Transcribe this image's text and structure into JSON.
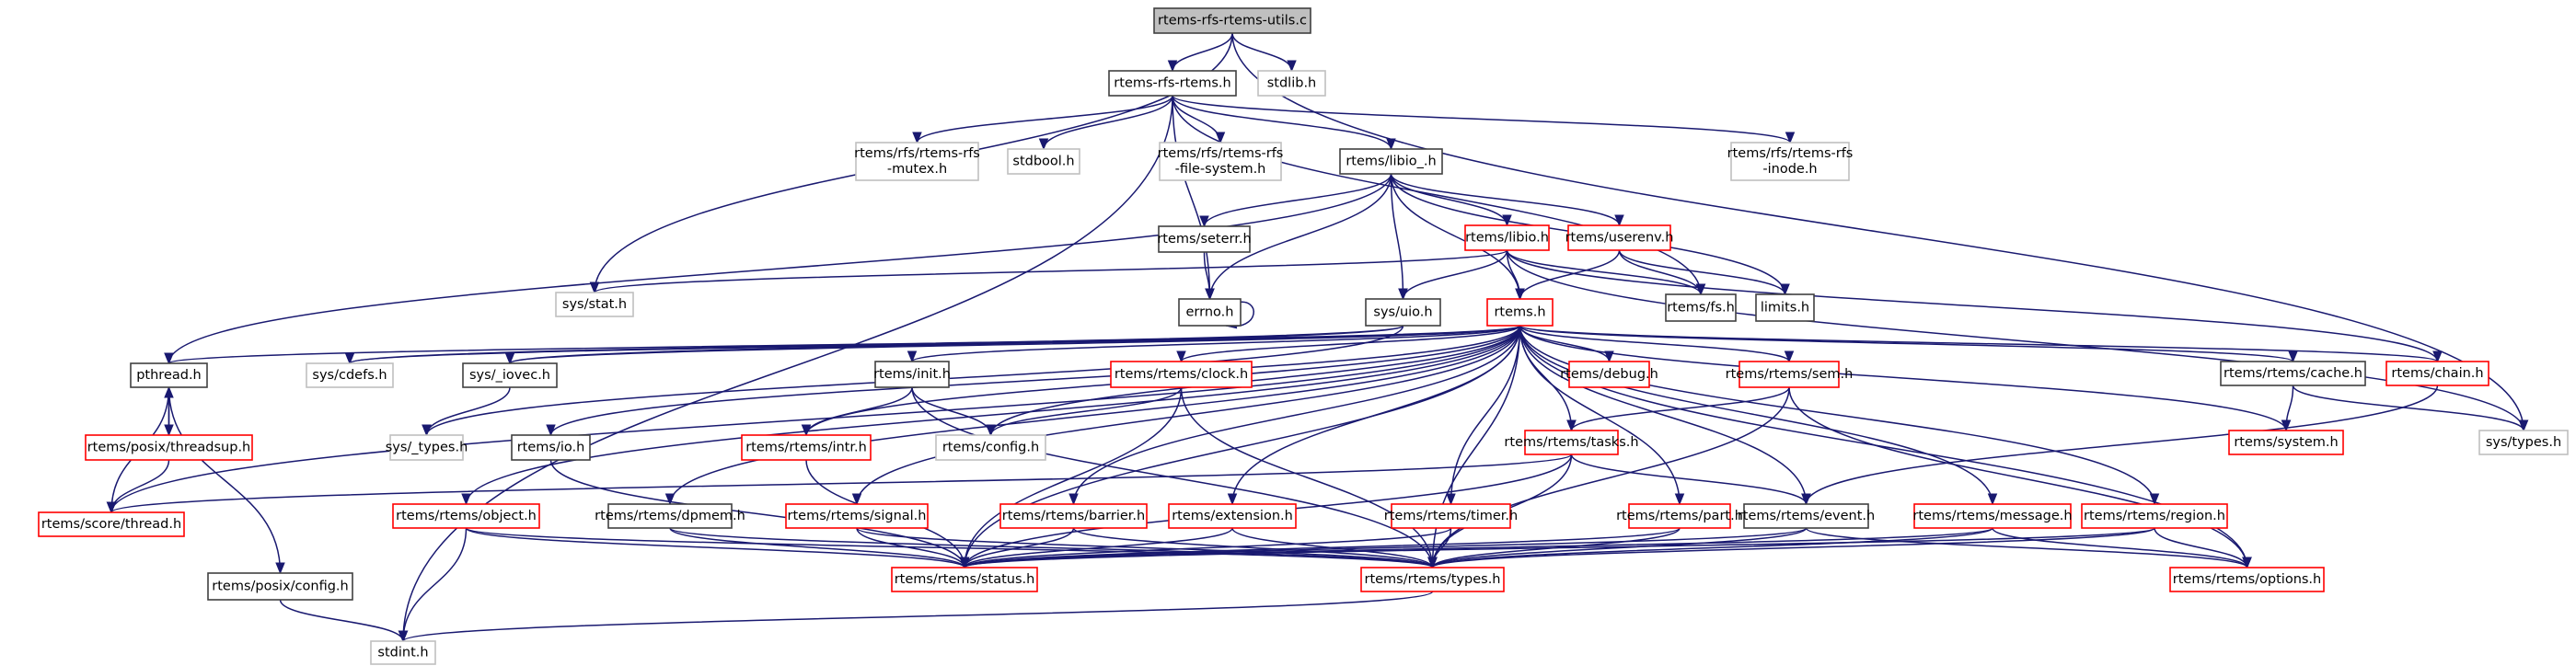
{
  "title": "rtems-rfs-rtems-utils.c",
  "colors": {
    "edge": "#191970",
    "documented_border": "#404040",
    "external_border": "#c0c0c0",
    "truncated_border": "#ff0000",
    "root_fill": "#bfbfbf"
  },
  "nodes": [
    {
      "id": "utils_c",
      "label": [
        "rtems-rfs-rtems-utils.c"
      ],
      "kind": "root"
    },
    {
      "id": "rfs_rtems_h",
      "label": [
        "rtems-rfs-rtems.h"
      ],
      "kind": "doc"
    },
    {
      "id": "stdlib_h",
      "label": [
        "stdlib.h"
      ],
      "kind": "ext"
    },
    {
      "id": "mutex_h",
      "label": [
        "rtems/rfs/rtems-rfs",
        "-mutex.h"
      ],
      "kind": "ext"
    },
    {
      "id": "stdbool_h",
      "label": [
        "stdbool.h"
      ],
      "kind": "ext"
    },
    {
      "id": "fs_h_rfs",
      "label": [
        "rtems/rfs/rtems-rfs",
        "-file-system.h"
      ],
      "kind": "ext"
    },
    {
      "id": "libio__h",
      "label": [
        "rtems/libio_.h"
      ],
      "kind": "doc"
    },
    {
      "id": "inode_h",
      "label": [
        "rtems/rfs/rtems-rfs",
        "-inode.h"
      ],
      "kind": "ext"
    },
    {
      "id": "seterr_h",
      "label": [
        "rtems/seterr.h"
      ],
      "kind": "doc"
    },
    {
      "id": "errno_h",
      "label": [
        "errno.h"
      ],
      "kind": "doc"
    },
    {
      "id": "stat_h",
      "label": [
        "sys/stat.h"
      ],
      "kind": "ext"
    },
    {
      "id": "libio_h",
      "label": [
        "rtems/libio.h"
      ],
      "kind": "trunc"
    },
    {
      "id": "userenv_h",
      "label": [
        "rtems/userenv.h"
      ],
      "kind": "trunc"
    },
    {
      "id": "fs_h",
      "label": [
        "rtems/fs.h"
      ],
      "kind": "doc"
    },
    {
      "id": "limits_h",
      "label": [
        "limits.h"
      ],
      "kind": "doc"
    },
    {
      "id": "uio_h",
      "label": [
        "sys/uio.h"
      ],
      "kind": "doc"
    },
    {
      "id": "rtems_h",
      "label": [
        "rtems.h"
      ],
      "kind": "trunc"
    },
    {
      "id": "pthread_h",
      "label": [
        "pthread.h"
      ],
      "kind": "doc"
    },
    {
      "id": "cdefs_h",
      "label": [
        "sys/cdefs.h"
      ],
      "kind": "ext"
    },
    {
      "id": "iovec_h",
      "label": [
        "sys/_iovec.h"
      ],
      "kind": "doc"
    },
    {
      "id": "init_h",
      "label": [
        "rtems/init.h"
      ],
      "kind": "doc"
    },
    {
      "id": "clock_h",
      "label": [
        "rtems/rtems/clock.h"
      ],
      "kind": "trunc"
    },
    {
      "id": "debug_h",
      "label": [
        "rtems/debug.h"
      ],
      "kind": "trunc"
    },
    {
      "id": "sem_h",
      "label": [
        "rtems/rtems/sem.h"
      ],
      "kind": "trunc"
    },
    {
      "id": "cache_h",
      "label": [
        "rtems/rtems/cache.h"
      ],
      "kind": "doc"
    },
    {
      "id": "chain_h",
      "label": [
        "rtems/chain.h"
      ],
      "kind": "trunc"
    },
    {
      "id": "threadsup_h",
      "label": [
        "rtems/posix/threadsup.h"
      ],
      "kind": "trunc"
    },
    {
      "id": "_types_h",
      "label": [
        "sys/_types.h"
      ],
      "kind": "ext"
    },
    {
      "id": "io_h",
      "label": [
        "rtems/io.h"
      ],
      "kind": "doc"
    },
    {
      "id": "intr_h",
      "label": [
        "rtems/rtems/intr.h"
      ],
      "kind": "trunc"
    },
    {
      "id": "config_h",
      "label": [
        "rtems/config.h"
      ],
      "kind": "ext"
    },
    {
      "id": "system_h",
      "label": [
        "rtems/system.h"
      ],
      "kind": "trunc"
    },
    {
      "id": "types_sys_h",
      "label": [
        "sys/types.h"
      ],
      "kind": "ext"
    },
    {
      "id": "tasks_h",
      "label": [
        "rtems/rtems/tasks.h"
      ],
      "kind": "trunc"
    },
    {
      "id": "thread_h",
      "label": [
        "rtems/score/thread.h"
      ],
      "kind": "trunc"
    },
    {
      "id": "object_h",
      "label": [
        "rtems/rtems/object.h"
      ],
      "kind": "trunc"
    },
    {
      "id": "dpmem_h",
      "label": [
        "rtems/rtems/dpmem.h"
      ],
      "kind": "doc"
    },
    {
      "id": "signal_h",
      "label": [
        "rtems/rtems/signal.h"
      ],
      "kind": "trunc"
    },
    {
      "id": "barrier_h",
      "label": [
        "rtems/rtems/barrier.h"
      ],
      "kind": "trunc"
    },
    {
      "id": "extension_h",
      "label": [
        "rtems/extension.h"
      ],
      "kind": "trunc"
    },
    {
      "id": "timer_h",
      "label": [
        "rtems/rtems/timer.h"
      ],
      "kind": "trunc"
    },
    {
      "id": "part_h",
      "label": [
        "rtems/rtems/part.h"
      ],
      "kind": "trunc"
    },
    {
      "id": "event_h",
      "label": [
        "rtems/rtems/event.h"
      ],
      "kind": "doc"
    },
    {
      "id": "message_h",
      "label": [
        "rtems/rtems/message.h"
      ],
      "kind": "trunc"
    },
    {
      "id": "region_h",
      "label": [
        "rtems/rtems/region.h"
      ],
      "kind": "trunc"
    },
    {
      "id": "posix_config_h",
      "label": [
        "rtems/posix/config.h"
      ],
      "kind": "doc"
    },
    {
      "id": "status_h",
      "label": [
        "rtems/rtems/status.h"
      ],
      "kind": "trunc"
    },
    {
      "id": "rtypes_h",
      "label": [
        "rtems/rtems/types.h"
      ],
      "kind": "trunc"
    },
    {
      "id": "options_h",
      "label": [
        "rtems/rtems/options.h"
      ],
      "kind": "trunc"
    },
    {
      "id": "stdint_h",
      "label": [
        "stdint.h"
      ],
      "kind": "ext"
    }
  ],
  "edges": [
    [
      "utils_c",
      "rfs_rtems_h"
    ],
    [
      "utils_c",
      "stdlib_h"
    ],
    [
      "utils_c",
      "stat_h"
    ],
    [
      "utils_c",
      "types_sys_h"
    ],
    [
      "rfs_rtems_h",
      "mutex_h"
    ],
    [
      "rfs_rtems_h",
      "stdbool_h"
    ],
    [
      "rfs_rtems_h",
      "fs_h_rfs"
    ],
    [
      "rfs_rtems_h",
      "libio__h"
    ],
    [
      "rfs_rtems_h",
      "inode_h"
    ],
    [
      "rfs_rtems_h",
      "errno_h"
    ],
    [
      "rfs_rtems_h",
      "fs_h"
    ],
    [
      "rfs_rtems_h",
      "stdint_h"
    ],
    [
      "libio__h",
      "seterr_h"
    ],
    [
      "libio__h",
      "errno_h"
    ],
    [
      "libio__h",
      "libio_h"
    ],
    [
      "libio__h",
      "userenv_h"
    ],
    [
      "libio__h",
      "uio_h"
    ],
    [
      "libio__h",
      "rtems_h"
    ],
    [
      "libio__h",
      "limits_h"
    ],
    [
      "libio__h",
      "pthread_h"
    ],
    [
      "seterr_h",
      "errno_h"
    ],
    [
      "errno_h",
      "errno_h"
    ],
    [
      "libio_h",
      "stat_h"
    ],
    [
      "libio_h",
      "uio_h"
    ],
    [
      "libio_h",
      "rtems_h"
    ],
    [
      "libio_h",
      "fs_h"
    ],
    [
      "libio_h",
      "types_sys_h"
    ],
    [
      "libio_h",
      "chain_h"
    ],
    [
      "userenv_h",
      "rtems_h"
    ],
    [
      "userenv_h",
      "fs_h"
    ],
    [
      "userenv_h",
      "limits_h"
    ],
    [
      "uio_h",
      "iovec_h"
    ],
    [
      "uio_h",
      "cdefs_h"
    ],
    [
      "uio_h",
      "_types_h"
    ],
    [
      "rtems_h",
      "pthread_h"
    ],
    [
      "rtems_h",
      "cdefs_h"
    ],
    [
      "rtems_h",
      "iovec_h"
    ],
    [
      "rtems_h",
      "io_h"
    ],
    [
      "rtems_h",
      "init_h"
    ],
    [
      "rtems_h",
      "clock_h"
    ],
    [
      "rtems_h",
      "debug_h"
    ],
    [
      "rtems_h",
      "sem_h"
    ],
    [
      "rtems_h",
      "cache_h"
    ],
    [
      "rtems_h",
      "chain_h"
    ],
    [
      "rtems_h",
      "system_h"
    ],
    [
      "rtems_h",
      "tasks_h"
    ],
    [
      "rtems_h",
      "intr_h"
    ],
    [
      "rtems_h",
      "config_h"
    ],
    [
      "rtems_h",
      "object_h"
    ],
    [
      "rtems_h",
      "dpmem_h"
    ],
    [
      "rtems_h",
      "signal_h"
    ],
    [
      "rtems_h",
      "barrier_h"
    ],
    [
      "rtems_h",
      "extension_h"
    ],
    [
      "rtems_h",
      "timer_h"
    ],
    [
      "rtems_h",
      "part_h"
    ],
    [
      "rtems_h",
      "event_h"
    ],
    [
      "rtems_h",
      "message_h"
    ],
    [
      "rtems_h",
      "region_h"
    ],
    [
      "rtems_h",
      "status_h"
    ],
    [
      "rtems_h",
      "rtypes_h"
    ],
    [
      "rtems_h",
      "options_h"
    ],
    [
      "rtems_h",
      "thread_h"
    ],
    [
      "pthread_h",
      "threadsup_h"
    ],
    [
      "threadsup_h",
      "pthread_h"
    ],
    [
      "pthread_h",
      "thread_h"
    ],
    [
      "pthread_h",
      "posix_config_h"
    ],
    [
      "threadsup_h",
      "thread_h"
    ],
    [
      "iovec_h",
      "_types_h"
    ],
    [
      "io_h",
      "status_h"
    ],
    [
      "init_h",
      "intr_h"
    ],
    [
      "init_h",
      "config_h"
    ],
    [
      "init_h",
      "rtypes_h"
    ],
    [
      "clock_h",
      "config_h"
    ],
    [
      "clock_h",
      "rtypes_h"
    ],
    [
      "clock_h",
      "status_h"
    ],
    [
      "intr_h",
      "status_h"
    ],
    [
      "sem_h",
      "tasks_h"
    ],
    [
      "sem_h",
      "rtypes_h"
    ],
    [
      "sem_h",
      "options_h"
    ],
    [
      "cache_h",
      "system_h"
    ],
    [
      "cache_h",
      "types_sys_h"
    ],
    [
      "chain_h",
      "event_h"
    ],
    [
      "tasks_h",
      "thread_h"
    ],
    [
      "tasks_h",
      "event_h"
    ],
    [
      "tasks_h",
      "status_h"
    ],
    [
      "tasks_h",
      "rtypes_h"
    ],
    [
      "object_h",
      "stdint_h"
    ],
    [
      "object_h",
      "status_h"
    ],
    [
      "object_h",
      "rtypes_h"
    ],
    [
      "dpmem_h",
      "status_h"
    ],
    [
      "dpmem_h",
      "rtypes_h"
    ],
    [
      "signal_h",
      "status_h"
    ],
    [
      "signal_h",
      "rtypes_h"
    ],
    [
      "barrier_h",
      "status_h"
    ],
    [
      "barrier_h",
      "rtypes_h"
    ],
    [
      "extension_h",
      "status_h"
    ],
    [
      "extension_h",
      "rtypes_h"
    ],
    [
      "timer_h",
      "status_h"
    ],
    [
      "timer_h",
      "rtypes_h"
    ],
    [
      "part_h",
      "status_h"
    ],
    [
      "part_h",
      "rtypes_h"
    ],
    [
      "event_h",
      "status_h"
    ],
    [
      "event_h",
      "rtypes_h"
    ],
    [
      "event_h",
      "options_h"
    ],
    [
      "message_h",
      "status_h"
    ],
    [
      "message_h",
      "rtypes_h"
    ],
    [
      "message_h",
      "options_h"
    ],
    [
      "region_h",
      "status_h"
    ],
    [
      "region_h",
      "rtypes_h"
    ],
    [
      "region_h",
      "options_h"
    ],
    [
      "posix_config_h",
      "stdint_h"
    ],
    [
      "rtypes_h",
      "stdint_h"
    ]
  ]
}
